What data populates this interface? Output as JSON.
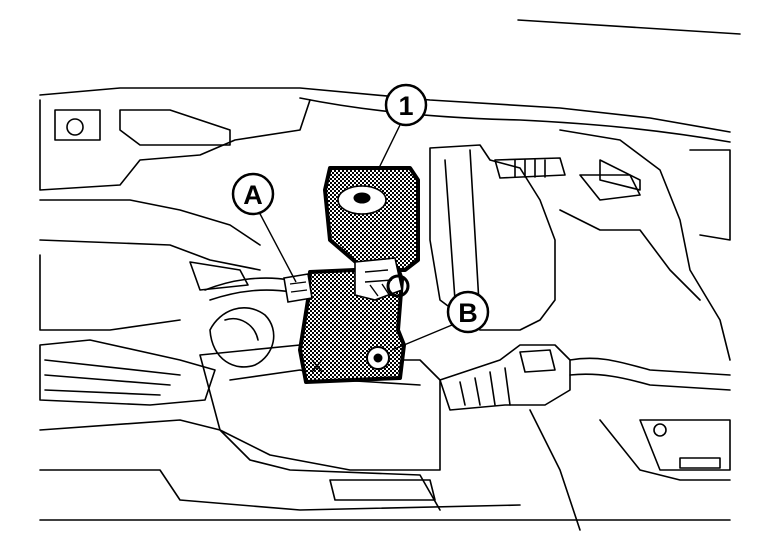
{
  "callouts": {
    "part_1": "1",
    "point_a": "A",
    "point_b": "B"
  },
  "colors": {
    "line": "#000000",
    "background": "#ffffff",
    "highlight_fill": "#9a9a9a"
  }
}
